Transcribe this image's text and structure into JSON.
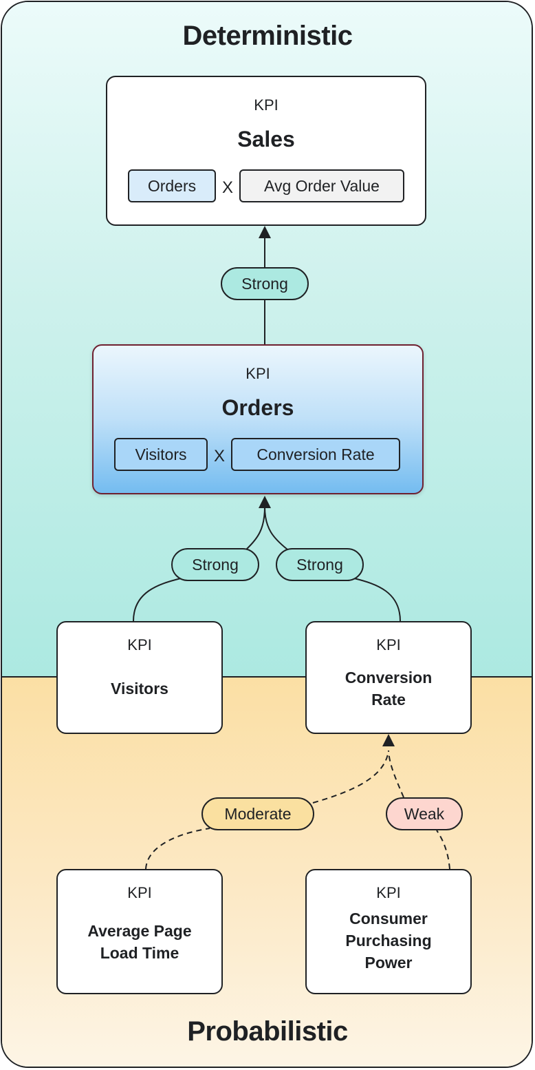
{
  "zones": {
    "top": {
      "title": "Deterministic",
      "color": "#ace9e1"
    },
    "bottom": {
      "title": "Probabilistic",
      "color": "#fbdfa4"
    }
  },
  "nodes": {
    "sales": {
      "label": "KPI",
      "name": "Sales",
      "formula": {
        "terms": [
          "Orders",
          "Avg Order Value"
        ],
        "operator": "X"
      }
    },
    "orders": {
      "label": "KPI",
      "name": "Orders",
      "formula": {
        "terms": [
          "Visitors",
          "Conversion Rate"
        ],
        "operator": "X"
      },
      "highlight_color": "#74bcf0"
    },
    "visitors": {
      "label": "KPI",
      "name": "Visitors"
    },
    "conversion_rate": {
      "label": "KPI",
      "name_lines": [
        "Conversion",
        "Rate"
      ]
    },
    "avg_page_load_time": {
      "label": "KPI",
      "name_lines": [
        "Average Page",
        "Load Time"
      ]
    },
    "consumer_purchasing_power": {
      "label": "KPI",
      "name_lines": [
        "Consumer",
        "Purchasing",
        "Power"
      ]
    }
  },
  "edges": [
    {
      "from": "Orders",
      "to": "Sales",
      "strength": "Strong",
      "style": "solid"
    },
    {
      "from": "Visitors",
      "to": "Orders",
      "strength": "Strong",
      "style": "solid"
    },
    {
      "from": "Conversion Rate",
      "to": "Orders",
      "strength": "Strong",
      "style": "solid"
    },
    {
      "from": "Average Page Load Time",
      "to": "Conversion Rate",
      "strength": "Moderate",
      "style": "dashed"
    },
    {
      "from": "Consumer Purchasing Power",
      "to": "Conversion Rate",
      "strength": "Weak",
      "style": "dashed"
    }
  ],
  "strength_colors": {
    "Strong": "#ace9e1",
    "Moderate": "#fae0a0",
    "Weak": "#fdd6cf"
  }
}
